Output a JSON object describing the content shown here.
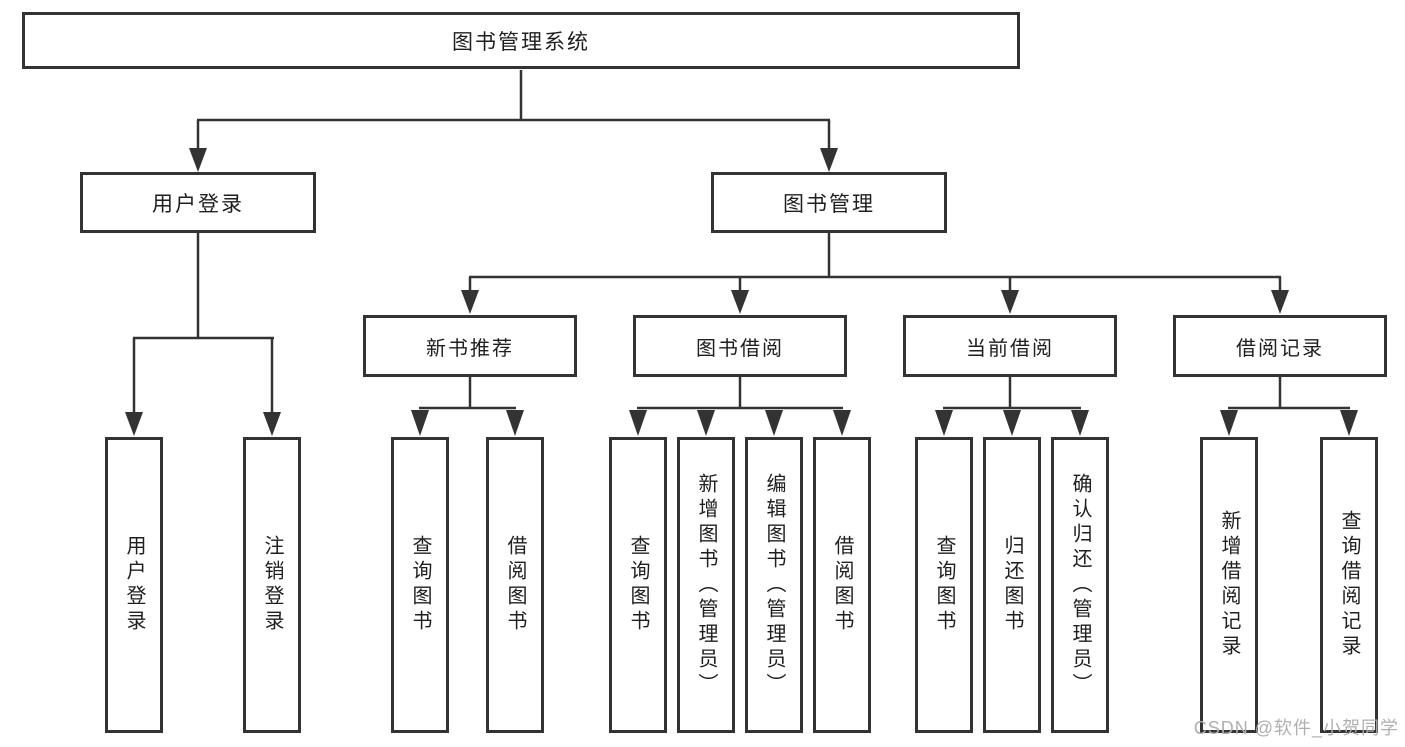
{
  "diagram": {
    "root": {
      "label": "图书管理系统"
    },
    "level2": [
      {
        "label": "用户登录"
      },
      {
        "label": "图书管理"
      }
    ],
    "level3": [
      {
        "label": "新书推荐"
      },
      {
        "label": "图书借阅"
      },
      {
        "label": "当前借阅"
      },
      {
        "label": "借阅记录"
      }
    ],
    "leaf_groups": [
      [
        "用户登录",
        "注销登录"
      ],
      [
        "查询图书",
        "借阅图书"
      ],
      [
        "查询图书",
        "新增图书（管理员）",
        "编辑图书（管理员）",
        "借阅图书"
      ],
      [
        "查询图书",
        "归还图书",
        "确认归还（管理员）"
      ],
      [
        "新增借阅记录",
        "查询借阅记录"
      ]
    ],
    "watermark": "CSDN @软件_小贺同学",
    "colors": {
      "line": "#333333",
      "text": "#1f1f1f",
      "watermark": "#b0b0b0",
      "background": "#ffffff"
    }
  }
}
